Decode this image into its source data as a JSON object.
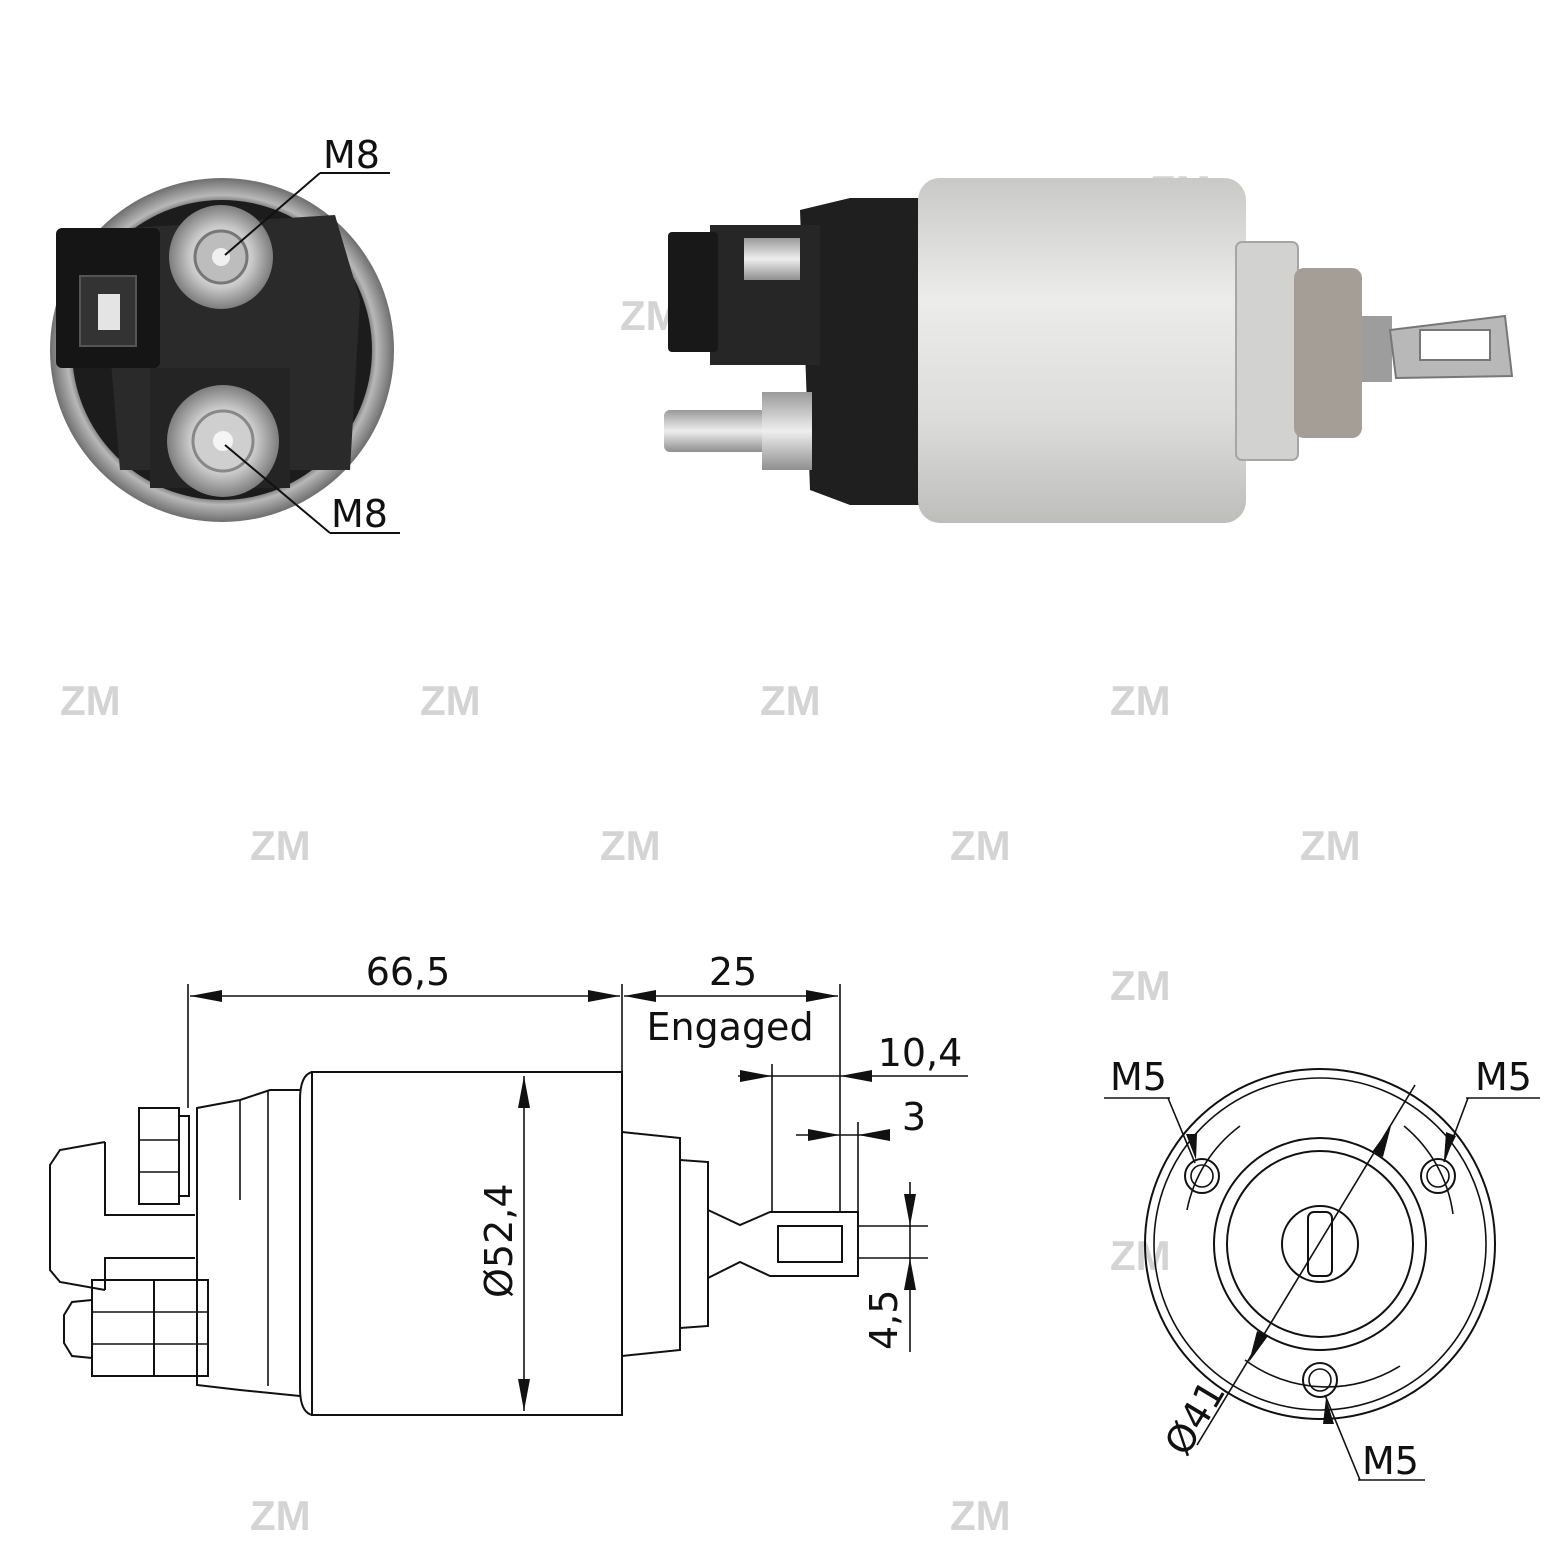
{
  "brand": {
    "watermark": "ZM"
  },
  "photo_end_view": {
    "callout_top": "M8",
    "callout_bottom": "M8"
  },
  "drawing_side_view": {
    "dim_length": "66,5",
    "dim_stroke": "25",
    "dim_stroke_note": "Engaged",
    "dim_lug_length": "10,4",
    "dim_lug_tip": "3",
    "dim_lug_width": "4,5",
    "dim_diameter": "Ø52,4"
  },
  "drawing_front_view": {
    "hole_left": "M5",
    "hole_right": "M5",
    "hole_bottom": "M5",
    "dim_bolt_circle": "Ø41"
  },
  "colors": {
    "line": "#111111",
    "housing_silver": "#d8d8d6",
    "cap_black": "#1e1e1e",
    "watermark": "#d4d4d4"
  }
}
